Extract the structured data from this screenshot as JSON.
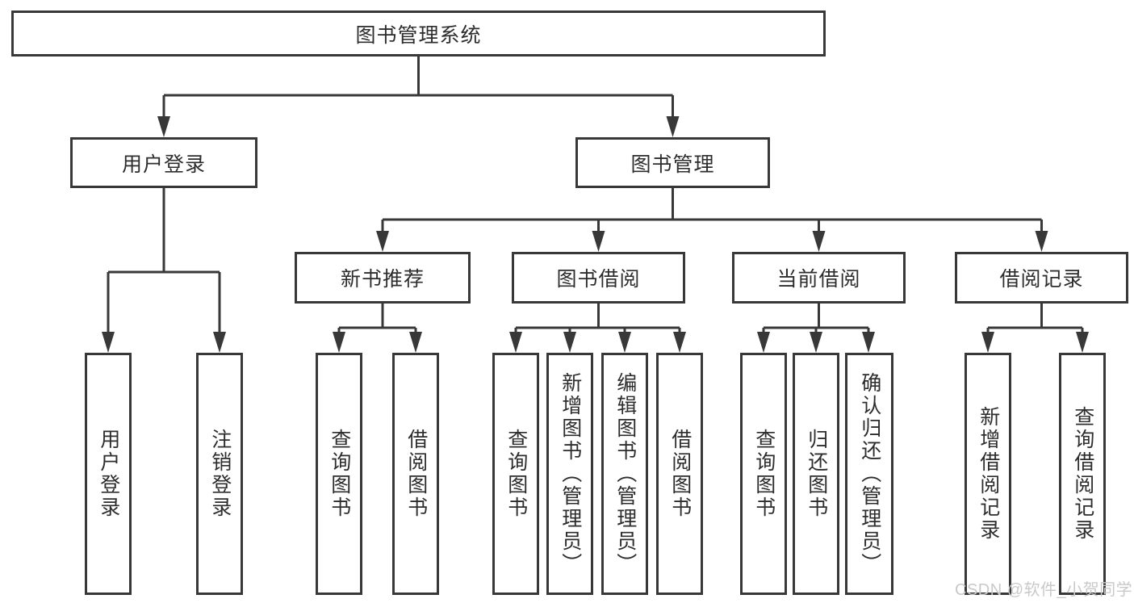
{
  "diagram": {
    "title": "图书管理系统",
    "root": {
      "label": "图书管理系统"
    },
    "level2": [
      {
        "label": "用户登录"
      },
      {
        "label": "图书管理"
      }
    ],
    "level3": [
      {
        "label": "新书推荐"
      },
      {
        "label": "图书借阅"
      },
      {
        "label": "当前借阅"
      },
      {
        "label": "借阅记录"
      }
    ],
    "leaves": [
      {
        "parent": "用户登录",
        "items": [
          "用户登录",
          "注销登录"
        ]
      },
      {
        "parent": "新书推荐",
        "items": [
          "查询图书",
          "借阅图书"
        ]
      },
      {
        "parent": "图书借阅",
        "items": [
          "查询图书",
          "新增图书（管理员）",
          "编辑图书（管理员）",
          "借阅图书"
        ]
      },
      {
        "parent": "当前借阅",
        "items": [
          "查询图书",
          "归还图书",
          "确认归还（管理员）"
        ]
      },
      {
        "parent": "借阅记录",
        "items": [
          "新增借阅记录",
          "查询借阅记录"
        ]
      }
    ]
  },
  "watermark": {
    "text": "CSDN @软件_小贺同学"
  },
  "colors": {
    "line": "#383838",
    "box_border": "#383838",
    "text": "#2d2d2d",
    "background": "#ffffff",
    "watermark": "#c9c9c9"
  }
}
